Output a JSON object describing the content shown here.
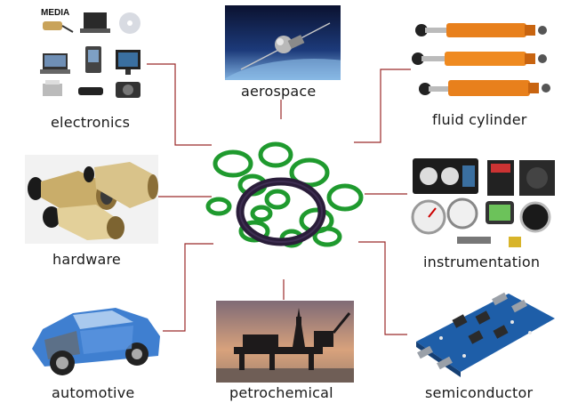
{
  "center": {
    "name": "O-rings"
  },
  "colors": {
    "connector": "#9b2a2a",
    "oring_green": "#1f9a2e",
    "oring_dark": "#2a1d3a"
  },
  "applications": [
    {
      "id": "electronics",
      "label": "electronics",
      "icon": "electronics-devices-icon",
      "badge": "MEDIA"
    },
    {
      "id": "aerospace",
      "label": "aerospace",
      "icon": "satellite-icon"
    },
    {
      "id": "fluid_cylinder",
      "label": "fluid cylinder",
      "icon": "hydraulic-cylinder-icon"
    },
    {
      "id": "hardware",
      "label": "hardware",
      "icon": "faucet-hardware-icon"
    },
    {
      "id": "instrumentation",
      "label": "instrumentation",
      "icon": "gauges-icon"
    },
    {
      "id": "automotive",
      "label": "automotive",
      "icon": "car-icon"
    },
    {
      "id": "petrochemical",
      "label": "petrochemical",
      "icon": "oil-platform-icon"
    },
    {
      "id": "semiconductor",
      "label": "semiconductor",
      "icon": "circuit-board-icon"
    }
  ]
}
